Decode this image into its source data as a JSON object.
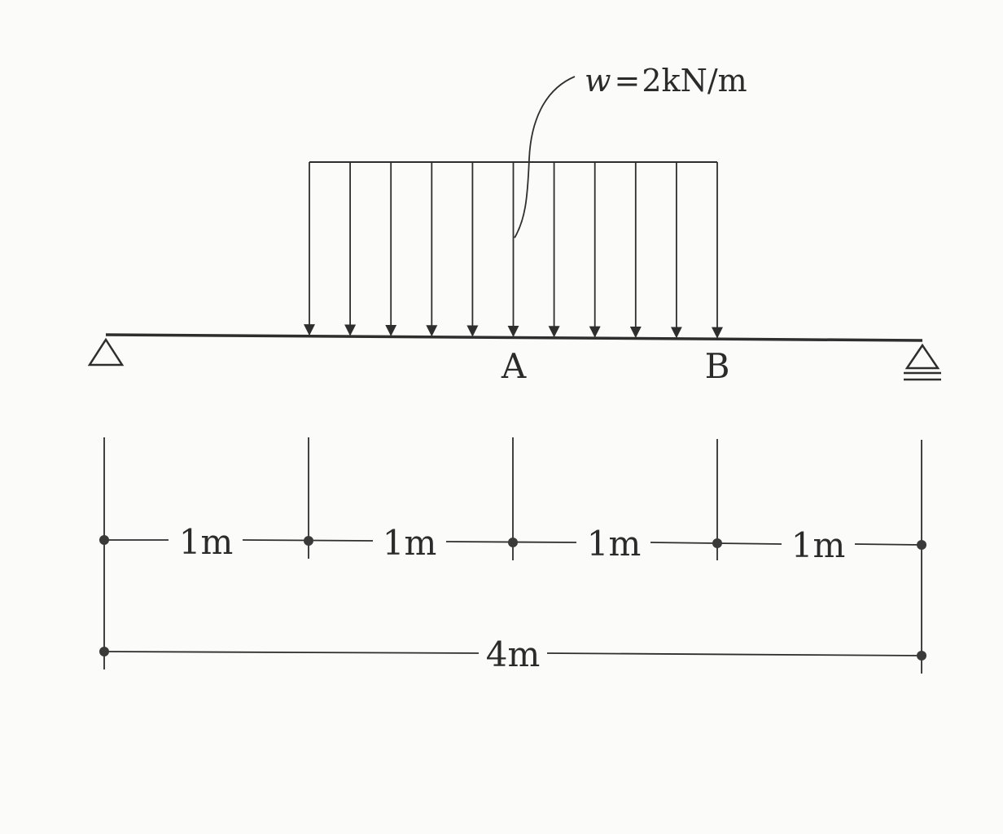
{
  "load": {
    "symbol": "w",
    "equals": "=",
    "value": "2kN/m"
  },
  "points": {
    "a": "A",
    "b": "B"
  },
  "dimensions": {
    "segments": [
      "1m",
      "1m",
      "1m",
      "1m"
    ],
    "total": "4m"
  },
  "colors": {
    "ink": "#2e2e2e",
    "paper": "#fbfbf9"
  }
}
